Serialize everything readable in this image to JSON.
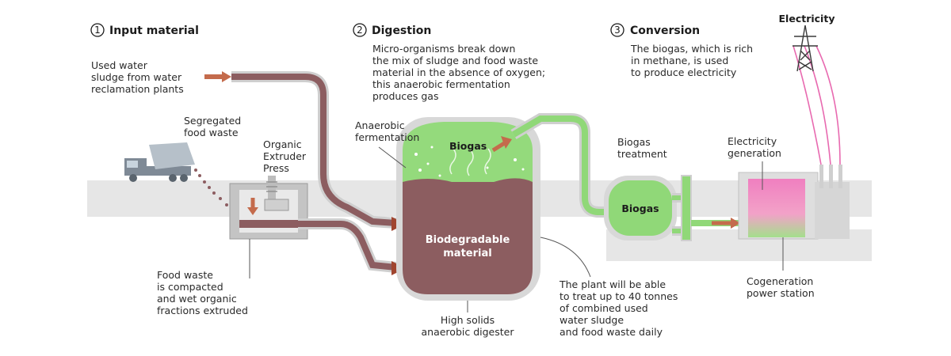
{
  "steps": [
    {
      "number": "1",
      "title": "Input material"
    },
    {
      "number": "2",
      "title": "Digestion"
    },
    {
      "number": "3",
      "title": "Conversion"
    }
  ],
  "digestion_desc": [
    "Micro-organisms break down",
    "the mix of sludge and food waste",
    "material in the absence of oxygen;",
    "this anaerobic fermentation",
    "produces gas"
  ],
  "conversion_desc": [
    "The biogas, which is rich",
    "in methane, is used",
    "to produce electricity"
  ],
  "labels": {
    "electricity": "Electricity",
    "used_water": [
      "Used water",
      "sludge from water",
      "reclamation plants"
    ],
    "segregated": [
      "Segregated",
      "food waste"
    ],
    "organic": [
      "Organic",
      "Extruder",
      "Press"
    ],
    "anaerobic": [
      "Anaerobic",
      "fermentation"
    ],
    "biogas_top": "Biogas",
    "biodegradable": [
      "Biodegradable",
      "material"
    ],
    "biogas_treatment": [
      "Biogas",
      "treatment"
    ],
    "biogas_tank": "Biogas",
    "electricity_generation": [
      "Electricity",
      "generation"
    ],
    "food_waste_compacted": [
      "Food waste",
      "is compacted",
      "and wet organic",
      "fractions extruded"
    ],
    "high_solids": [
      "High solids",
      "anaerobic digester"
    ],
    "plant_capacity": [
      "The plant will be able",
      "to treat up to 40 tonnes",
      "of combined used",
      "water sludge",
      "and food waste daily"
    ],
    "cogeneration": [
      "Cogeneration",
      "power station"
    ]
  },
  "colors": {
    "sludge": "#8c5d60",
    "biogas_green": "#90d878",
    "arrow": "#a0452f",
    "ground": "#e3e3e3",
    "power_pink": "#e86ab0"
  }
}
